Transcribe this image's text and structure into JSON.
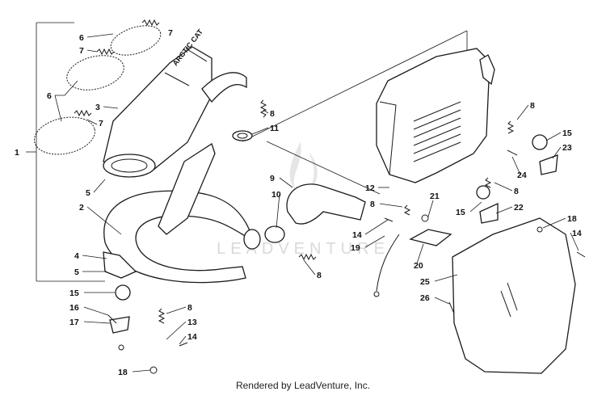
{
  "footer": "Rendered by LeadVenture, Inc.",
  "watermark": "LEADVENTURE",
  "muffler_badge": "ARCTIC CAT",
  "colors": {
    "line": "#1a1a1a",
    "watermark": "#d9d9d9",
    "background": "#ffffff"
  },
  "callouts": [
    "1",
    "2",
    "3",
    "4",
    "5",
    "5",
    "6",
    "6",
    "7",
    "7",
    "7",
    "8",
    "8",
    "8",
    "8",
    "8",
    "8",
    "9",
    "10",
    "11",
    "12",
    "13",
    "14",
    "14",
    "14",
    "15",
    "15",
    "15",
    "16",
    "17",
    "18",
    "18",
    "19",
    "20",
    "21",
    "22",
    "23",
    "24",
    "25",
    "26"
  ]
}
